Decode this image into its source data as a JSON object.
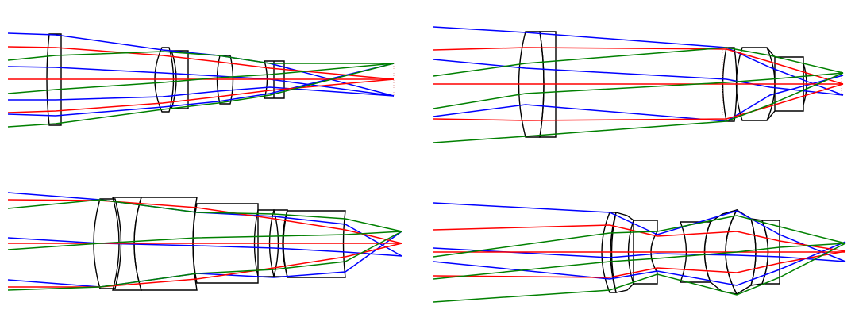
{
  "colors": {
    "ray_red": "#ff0000",
    "ray_green": "#008000",
    "ray_blue": "#0000ff",
    "lens": "#000000",
    "background": "#ffffff"
  },
  "panels": [
    {
      "kind": "lens-layout"
    },
    {
      "kind": "lens-layout"
    },
    {
      "kind": "lens-layout"
    },
    {
      "kind": "lens-layout"
    }
  ]
}
